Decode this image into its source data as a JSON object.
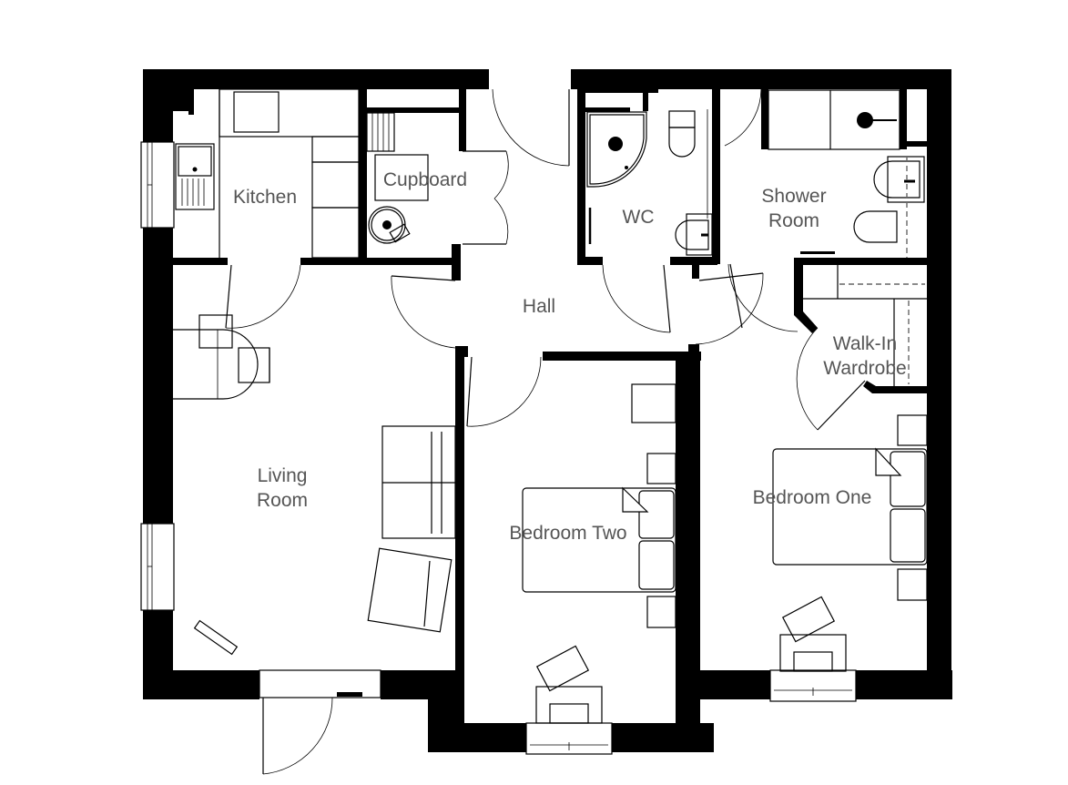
{
  "plan": {
    "type": "apartment floor plan",
    "wall_color": "#000000",
    "label_color": "#555555",
    "rooms": {
      "kitchen": {
        "label": "Kitchen"
      },
      "cupboard": {
        "label": "Cupboard"
      },
      "wc": {
        "label": "WC"
      },
      "shower_room": {
        "line1": "Shower",
        "line2": "Room"
      },
      "hall": {
        "label": "Hall"
      },
      "walk_in_wardrobe": {
        "line1": "Walk-In",
        "line2": "Wardrobe"
      },
      "living_room": {
        "line1": "Living",
        "line2": "Room"
      },
      "bedroom_two": {
        "label": "Bedroom Two"
      },
      "bedroom_one": {
        "label": "Bedroom One"
      }
    }
  }
}
